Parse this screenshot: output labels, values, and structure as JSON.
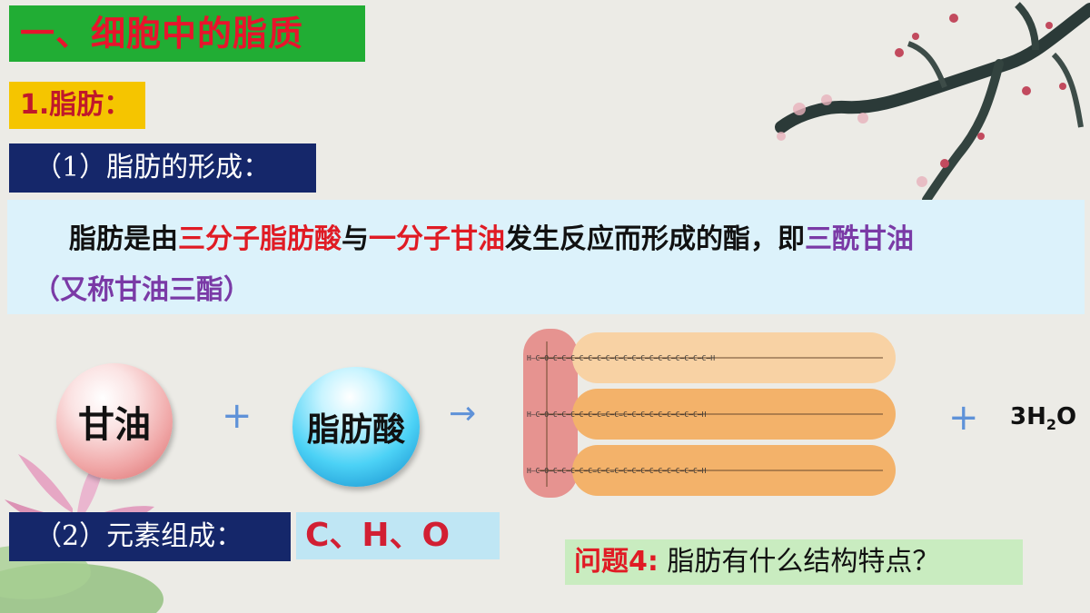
{
  "title": "一、细胞中的脂质",
  "subtitle": "1.脂肪：",
  "section1": {
    "heading": "（1）脂肪的形成："
  },
  "definition": {
    "p1": "脂肪是由",
    "p2": "三分子脂肪酸",
    "p3": "与",
    "p4": "一分子甘油",
    "p5": "发生反应而形成的酯，即",
    "p6": "三酰甘油",
    "p7": "（又称甘油三酯）"
  },
  "reaction": {
    "reactant1": "甘油",
    "plus1": "+",
    "reactant2": "脂肪酸",
    "arrow": "→",
    "plus2": "+",
    "water_coef": "3H",
    "water_sub": "2",
    "water_tail": "O"
  },
  "section2": {
    "heading": "（2）元素组成：",
    "value": "C、H、O"
  },
  "question": {
    "label": "问题4:",
    "text": "脂肪有什么结构特点？"
  },
  "colors": {
    "title_bg": "#21ad34",
    "title_text": "#e8142c",
    "subtitle_bg": "#f5c500",
    "heading_bg": "#15276a",
    "definition_bg": "#dcf2fb",
    "accent_red": "#e01b24",
    "accent_purple": "#7a3aa6",
    "question_bg": "#c9ecc0",
    "plus": "#5f92d8"
  },
  "icons": [
    "plum-branch-decoration",
    "lotus-flower-decoration",
    "triglyceride-molecule-diagram"
  ]
}
